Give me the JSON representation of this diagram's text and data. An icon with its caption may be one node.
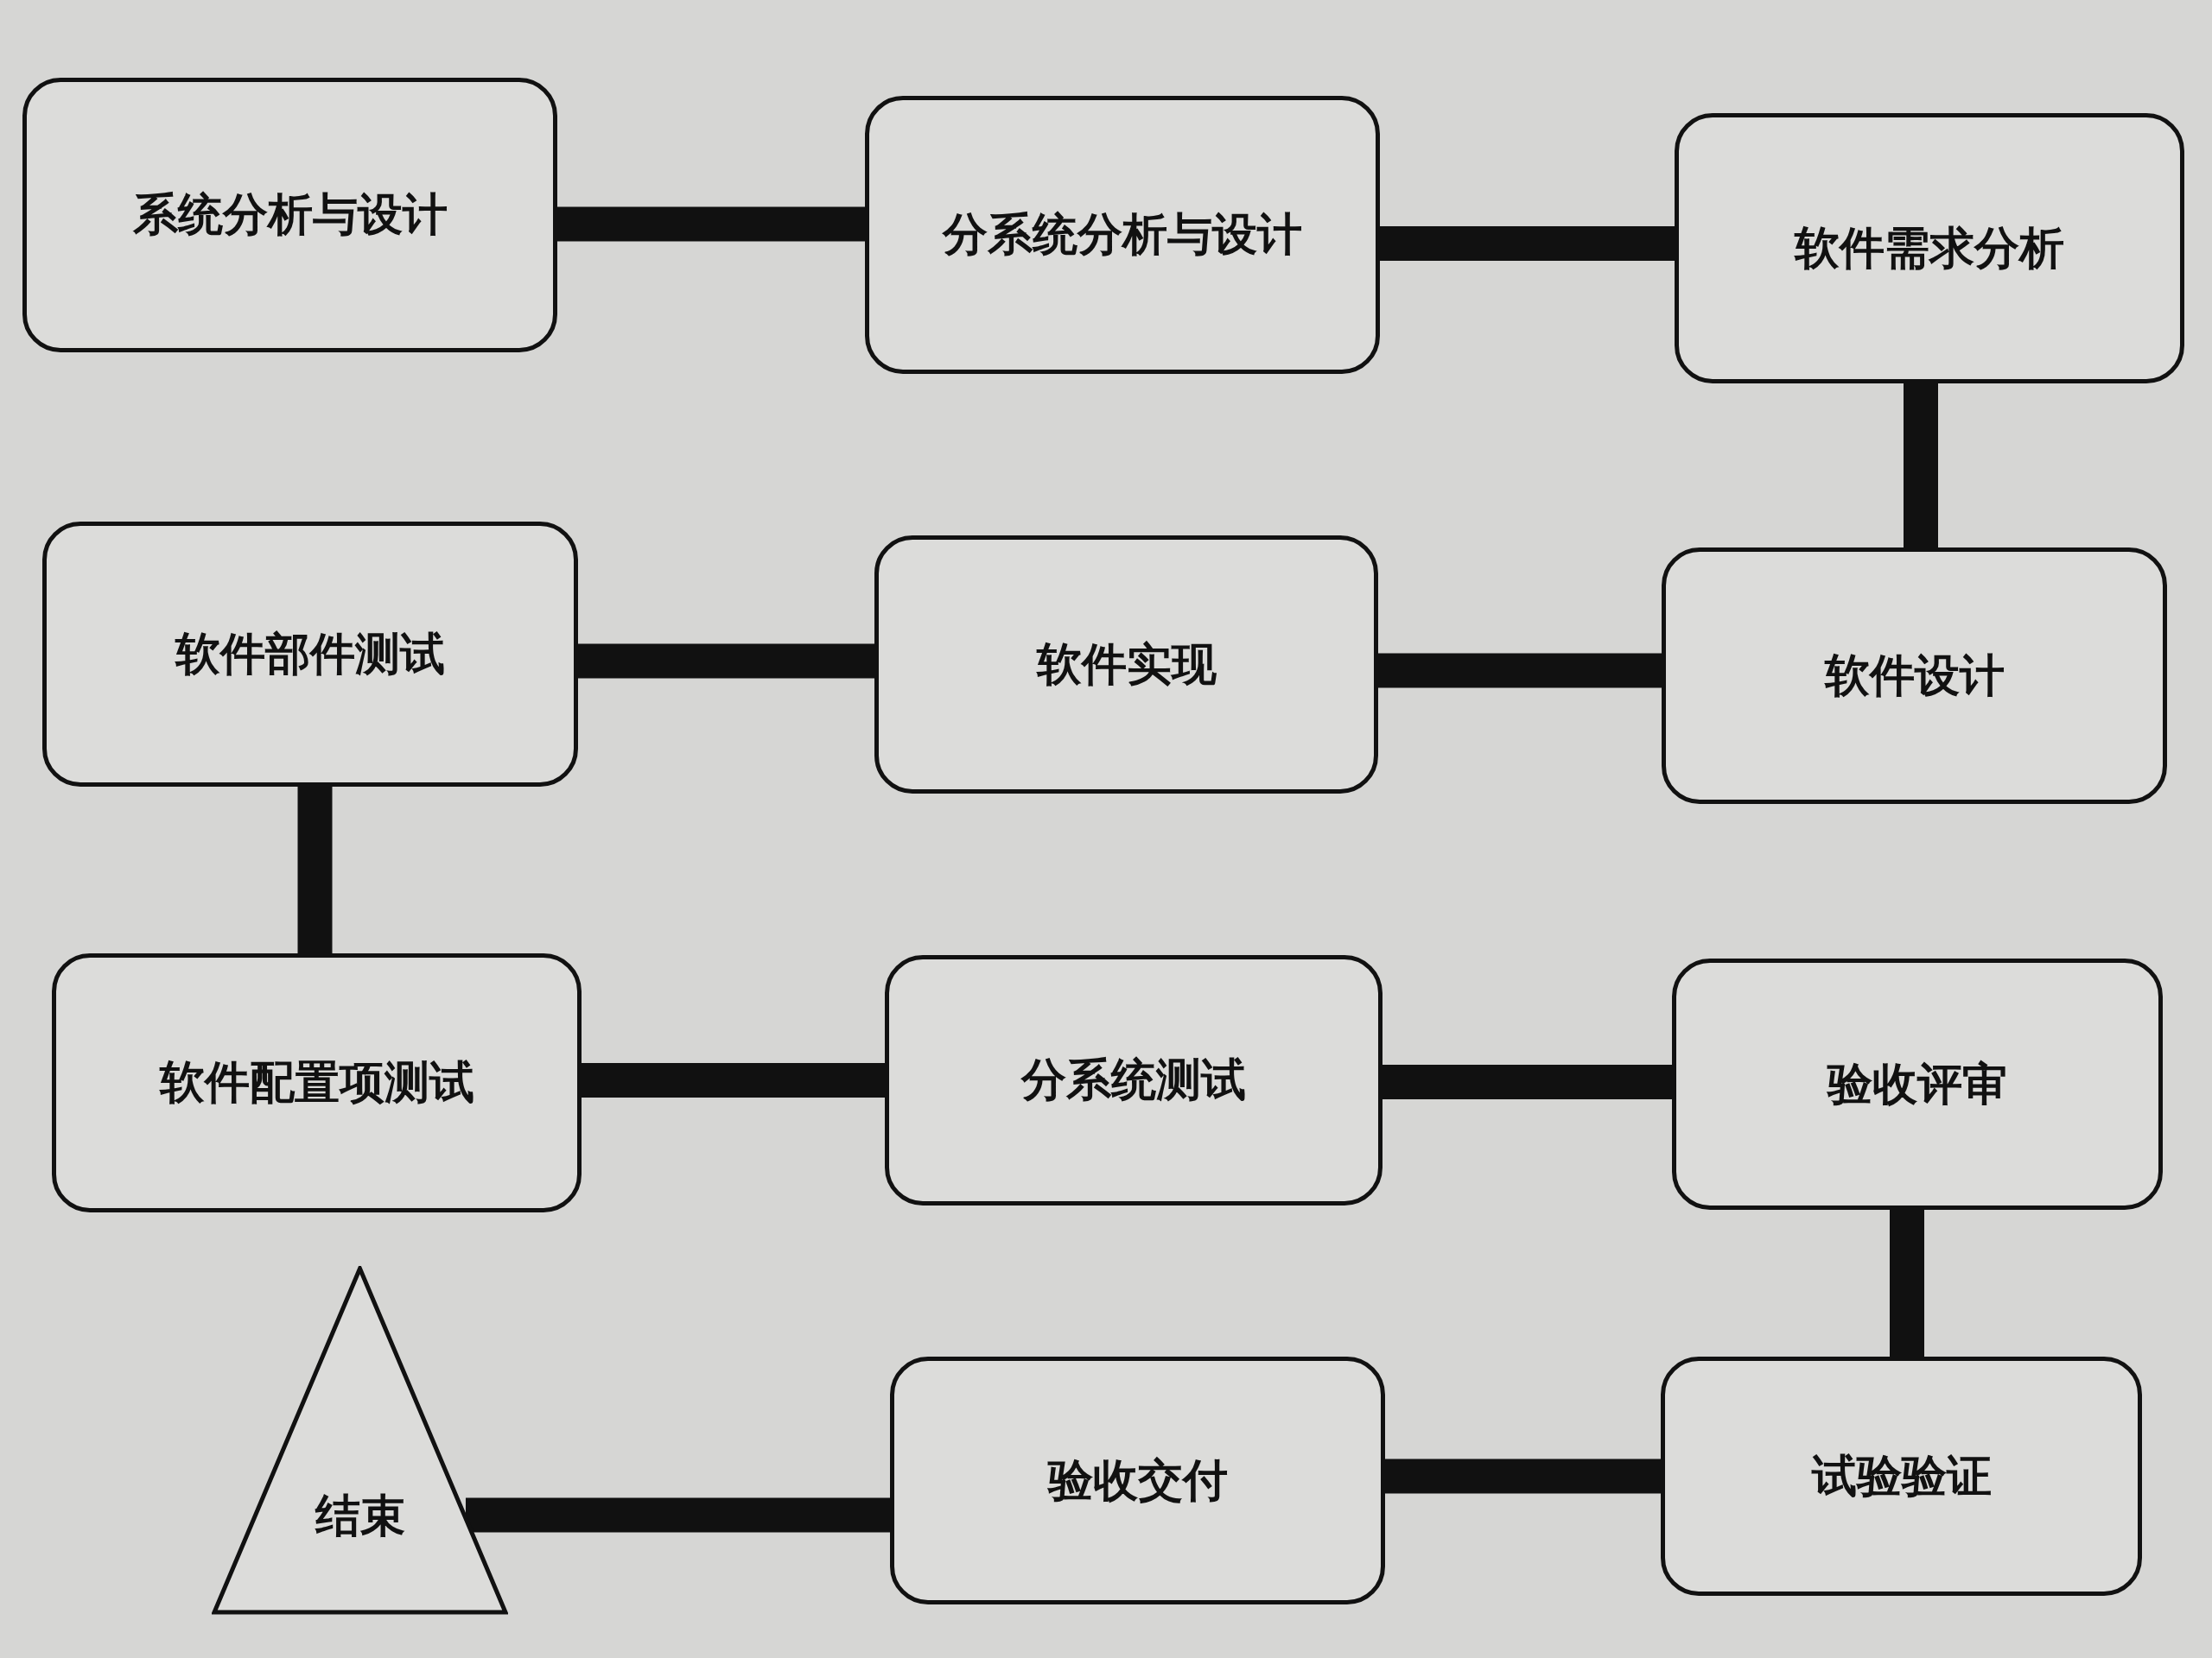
{
  "diagram": {
    "nodes": [
      {
        "text": [
          "系统分析与设计"
        ]
      },
      {
        "text": [
          "分系统分析与设计"
        ]
      },
      {
        "text": [
          "软件需求分析"
        ]
      },
      {
        "text": [
          "软件部件测试"
        ]
      },
      {
        "text": [
          "软件实现"
        ]
      },
      {
        "text": [
          "软件设计"
        ]
      },
      {
        "text": [
          "软件配置项测试"
        ]
      },
      {
        "text": [
          "分系统测试"
        ]
      },
      {
        "text": [
          "验收评审"
        ]
      },
      {
        "text": [
          "试验验证"
        ]
      },
      {
        "text": [
          "验收交付"
        ]
      },
      {
        "text": [
          "结束"
        ]
      }
    ],
    "edges": [
      {
        "from": 0,
        "to": 1,
        "arrow": "none"
      },
      {
        "from": 1,
        "to": 2,
        "arrow": "none"
      },
      {
        "from": 2,
        "to": 5,
        "arrow": "none"
      },
      {
        "from": 5,
        "to": 4,
        "arrow": "none"
      },
      {
        "from": 4,
        "to": 3,
        "arrow": "none"
      },
      {
        "from": 3,
        "to": 6,
        "arrow": "none"
      },
      {
        "from": 6,
        "to": 7,
        "arrow": "none"
      },
      {
        "from": 7,
        "to": 8,
        "arrow": "none"
      },
      {
        "from": 8,
        "to": 9,
        "arrow": "none"
      },
      {
        "from": 9,
        "to": 10,
        "arrow": "none"
      },
      {
        "from": 10,
        "to": 11,
        "arrow": "none"
      }
    ]
  }
}
